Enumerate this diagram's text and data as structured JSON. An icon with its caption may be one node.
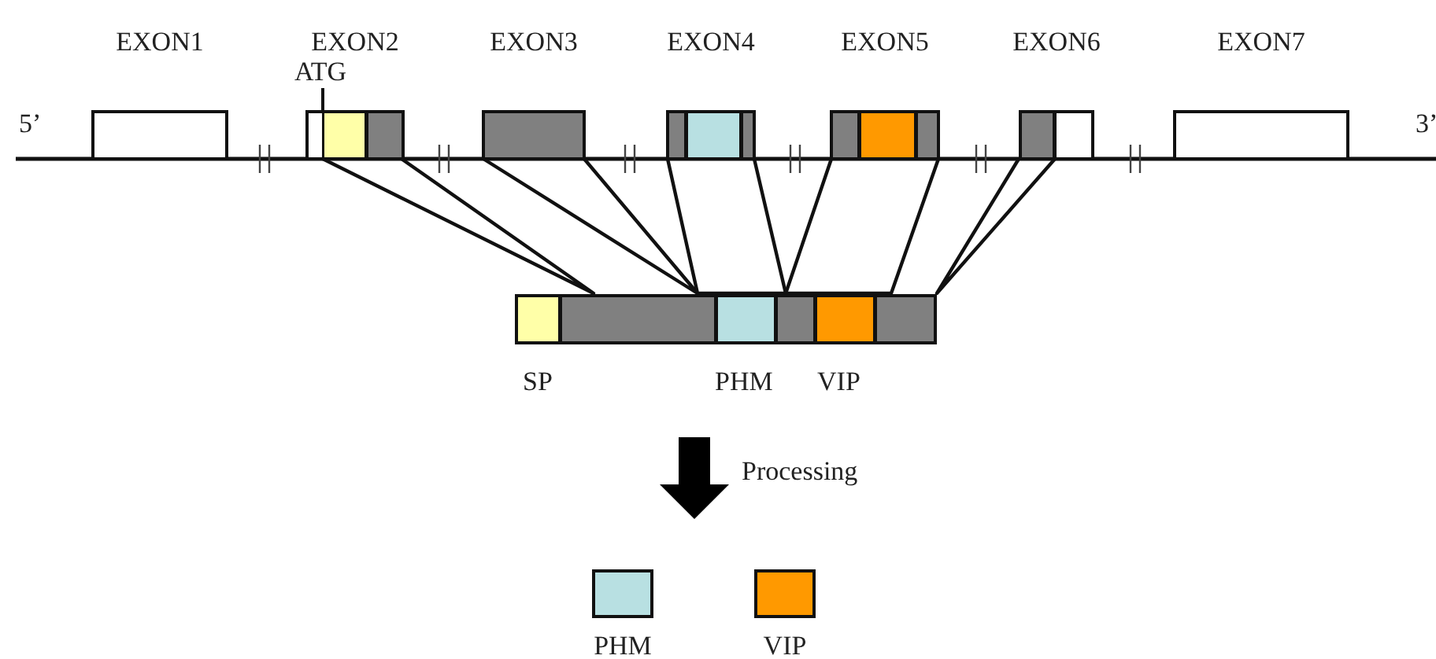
{
  "diagram": {
    "nodes": [
      {
        "text": [
          "EXON1"
        ]
      },
      {
        "text": [
          "EXON2"
        ],
        "beside": [
          "ATG"
        ]
      },
      {
        "text": [
          "EXON3"
        ]
      },
      {
        "text": [
          "EXON4"
        ]
      },
      {
        "text": [
          "EXON5"
        ]
      },
      {
        "text": [
          "EXON6"
        ]
      },
      {
        "text": [
          "EXON7"
        ]
      },
      {
        "text": [],
        "shape": "bar",
        "beside": [
          "SP",
          "PHM",
          "VIP"
        ]
      },
      {
        "text": [
          "PHM"
        ]
      },
      {
        "text": [
          "VIP"
        ]
      }
    ],
    "edges": [
      {
        "from": 1,
        "to": 7,
        "arrow": "none"
      },
      {
        "from": 2,
        "to": 7,
        "arrow": "none"
      },
      {
        "from": 3,
        "to": 7,
        "arrow": "none"
      },
      {
        "from": 4,
        "to": 7,
        "arrow": "none"
      },
      {
        "from": 5,
        "to": 7,
        "arrow": "none"
      },
      {
        "from": 7,
        "to": 8,
        "arrow": "to"
      },
      {
        "from": 7,
        "to": 9,
        "arrow": "to"
      }
    ],
    "labels": [
      "5’",
      "3’",
      "Processing"
    ]
  }
}
